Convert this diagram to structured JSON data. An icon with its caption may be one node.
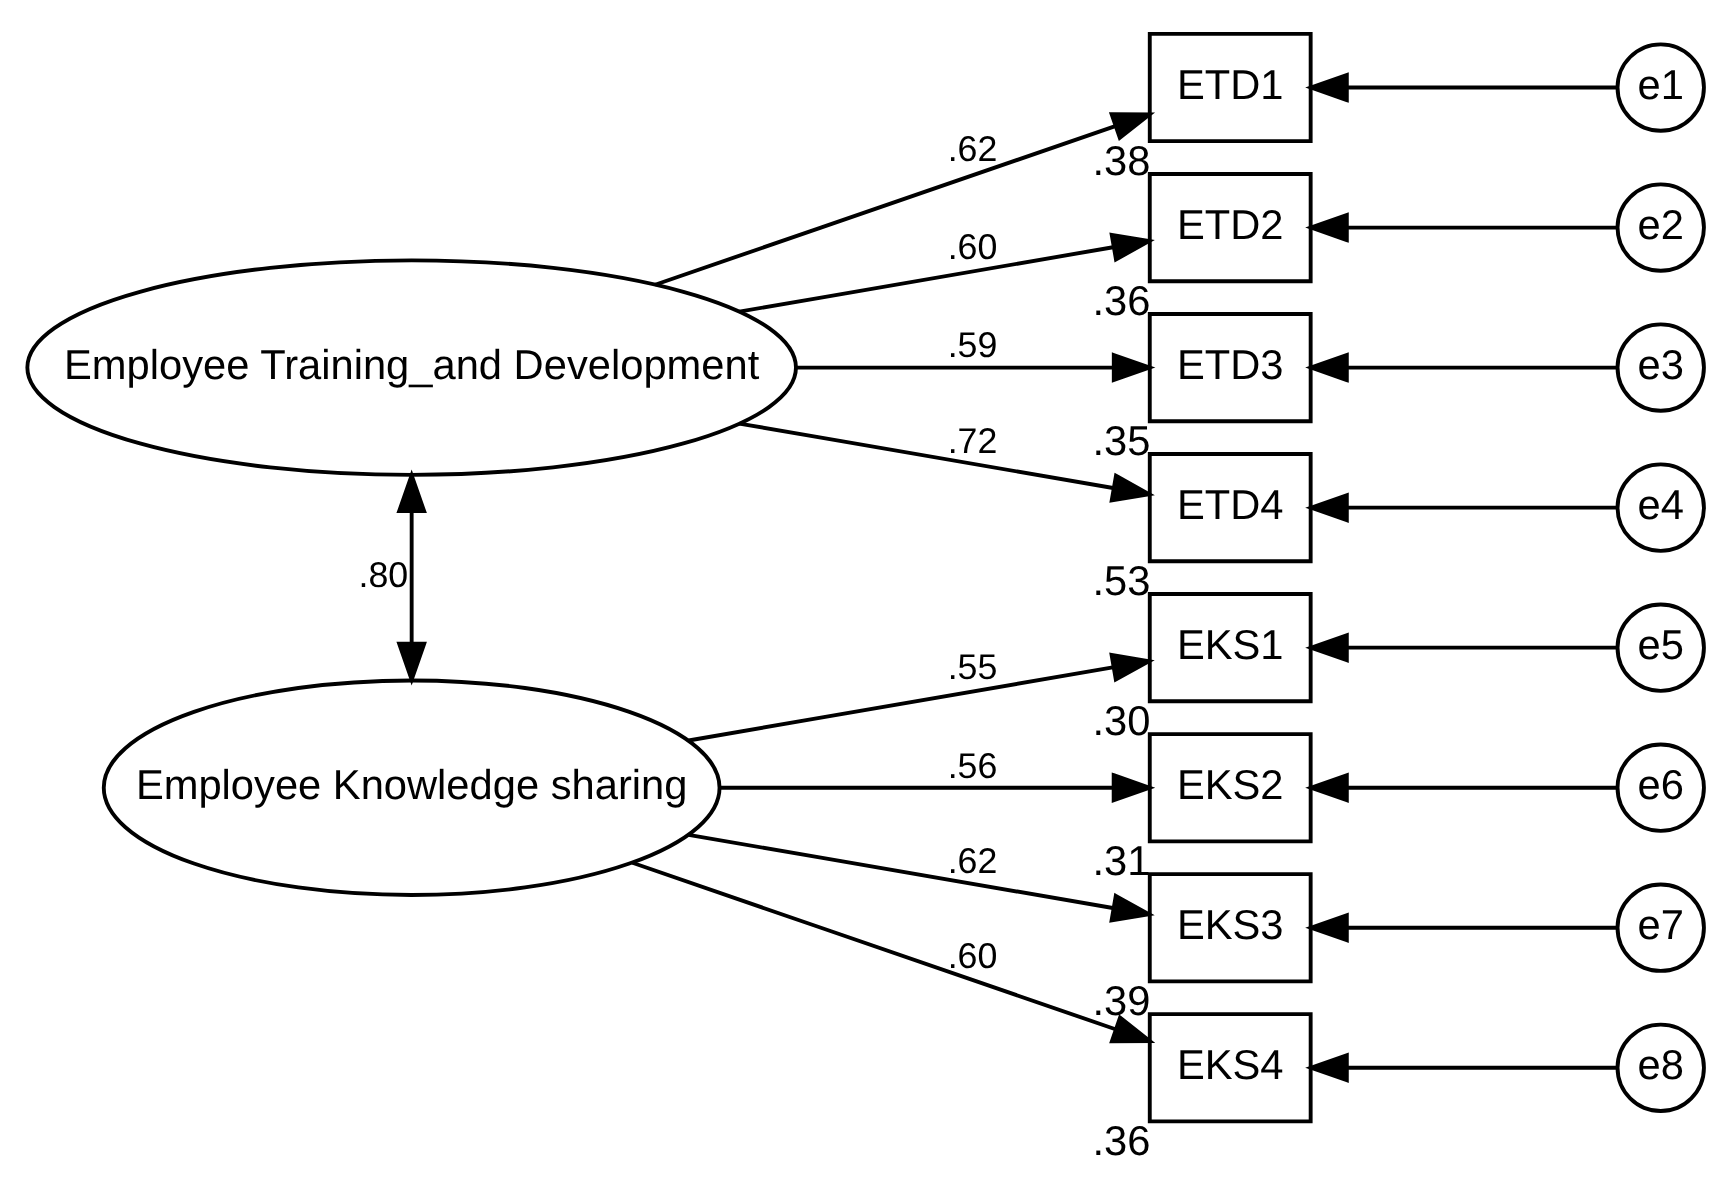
{
  "diagram": {
    "nodes": [
      {
        "text": [
          "Employee Training_and Development"
        ]
      },
      {
        "text": [
          "Employee Knowledge sharing"
        ]
      },
      {
        "text": [
          "ETD1"
        ],
        "beside": [
          ".38"
        ]
      },
      {
        "text": [
          "ETD2"
        ],
        "beside": [
          ".36"
        ]
      },
      {
        "text": [
          "ETD3"
        ],
        "beside": [
          ".35"
        ]
      },
      {
        "text": [
          "ETD4"
        ],
        "beside": [
          ".53"
        ]
      },
      {
        "text": [
          "EKS1"
        ],
        "beside": [
          ".30"
        ]
      },
      {
        "text": [
          "EKS2"
        ],
        "beside": [
          ".31"
        ]
      },
      {
        "text": [
          "EKS3"
        ],
        "beside": [
          ".39"
        ]
      },
      {
        "text": [
          "EKS4"
        ],
        "beside": [
          ".36"
        ]
      },
      {
        "text": [
          "e1"
        ]
      },
      {
        "text": [
          "e2"
        ]
      },
      {
        "text": [
          "e3"
        ]
      },
      {
        "text": [
          "e4"
        ]
      },
      {
        "text": [
          "e5"
        ]
      },
      {
        "text": [
          "e6"
        ]
      },
      {
        "text": [
          "e7"
        ]
      },
      {
        "text": [
          "e8"
        ]
      }
    ],
    "edges": [
      {
        "from": 0,
        "to": 2,
        "arrow": "to",
        "label": ".62"
      },
      {
        "from": 0,
        "to": 3,
        "arrow": "to",
        "label": ".60"
      },
      {
        "from": 0,
        "to": 4,
        "arrow": "to",
        "label": ".59"
      },
      {
        "from": 0,
        "to": 5,
        "arrow": "to",
        "label": ".72"
      },
      {
        "from": 1,
        "to": 6,
        "arrow": "to",
        "label": ".55"
      },
      {
        "from": 1,
        "to": 7,
        "arrow": "to",
        "label": ".56"
      },
      {
        "from": 1,
        "to": 8,
        "arrow": "to",
        "label": ".62"
      },
      {
        "from": 1,
        "to": 9,
        "arrow": "to",
        "label": ".60"
      },
      {
        "from": 10,
        "to": 2,
        "arrow": "to"
      },
      {
        "from": 11,
        "to": 3,
        "arrow": "to"
      },
      {
        "from": 12,
        "to": 4,
        "arrow": "to"
      },
      {
        "from": 13,
        "to": 5,
        "arrow": "to"
      },
      {
        "from": 14,
        "to": 6,
        "arrow": "to"
      },
      {
        "from": 15,
        "to": 7,
        "arrow": "to"
      },
      {
        "from": 16,
        "to": 8,
        "arrow": "to"
      },
      {
        "from": 17,
        "to": 9,
        "arrow": "to"
      },
      {
        "from": 0,
        "to": 1,
        "arrow": "both",
        "label": ".80"
      }
    ]
  }
}
